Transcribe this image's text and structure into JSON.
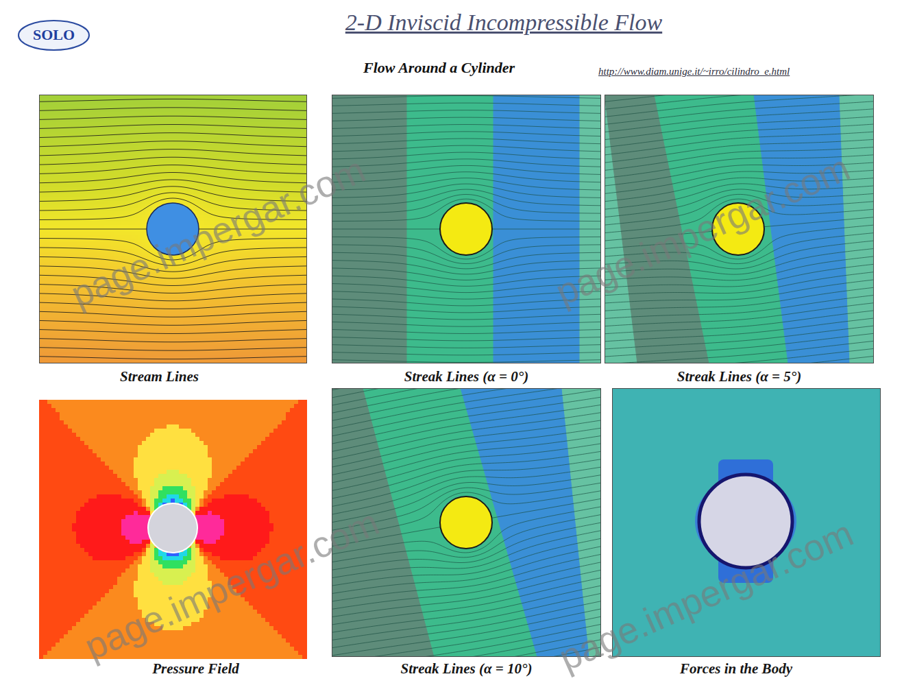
{
  "diagram": {
    "title": "2-D Inviscid Incompressible Flow",
    "nodes": [
      {
        "text": [
          "SOLO"
        ]
      },
      {
        "text": [
          "Stream Lines"
        ]
      },
      {
        "text": [
          "Streak Lines (α = 0°)"
        ]
      },
      {
        "text": [
          "Streak Lines (α = 5°)"
        ]
      },
      {
        "text": [
          "Pressure Field"
        ]
      },
      {
        "text": [
          "Streak Lines (α = 10°)"
        ]
      },
      {
        "text": [
          "Forces in the Body"
        ]
      }
    ],
    "labels": [
      "Flow Around a Cylinder",
      "http://www.diam.unige.it/~irro/cilindro_e.html",
      "page.impergar.com",
      "page.impergar.com",
      "page.impergar.com",
      "page.impergar.com"
    ]
  }
}
